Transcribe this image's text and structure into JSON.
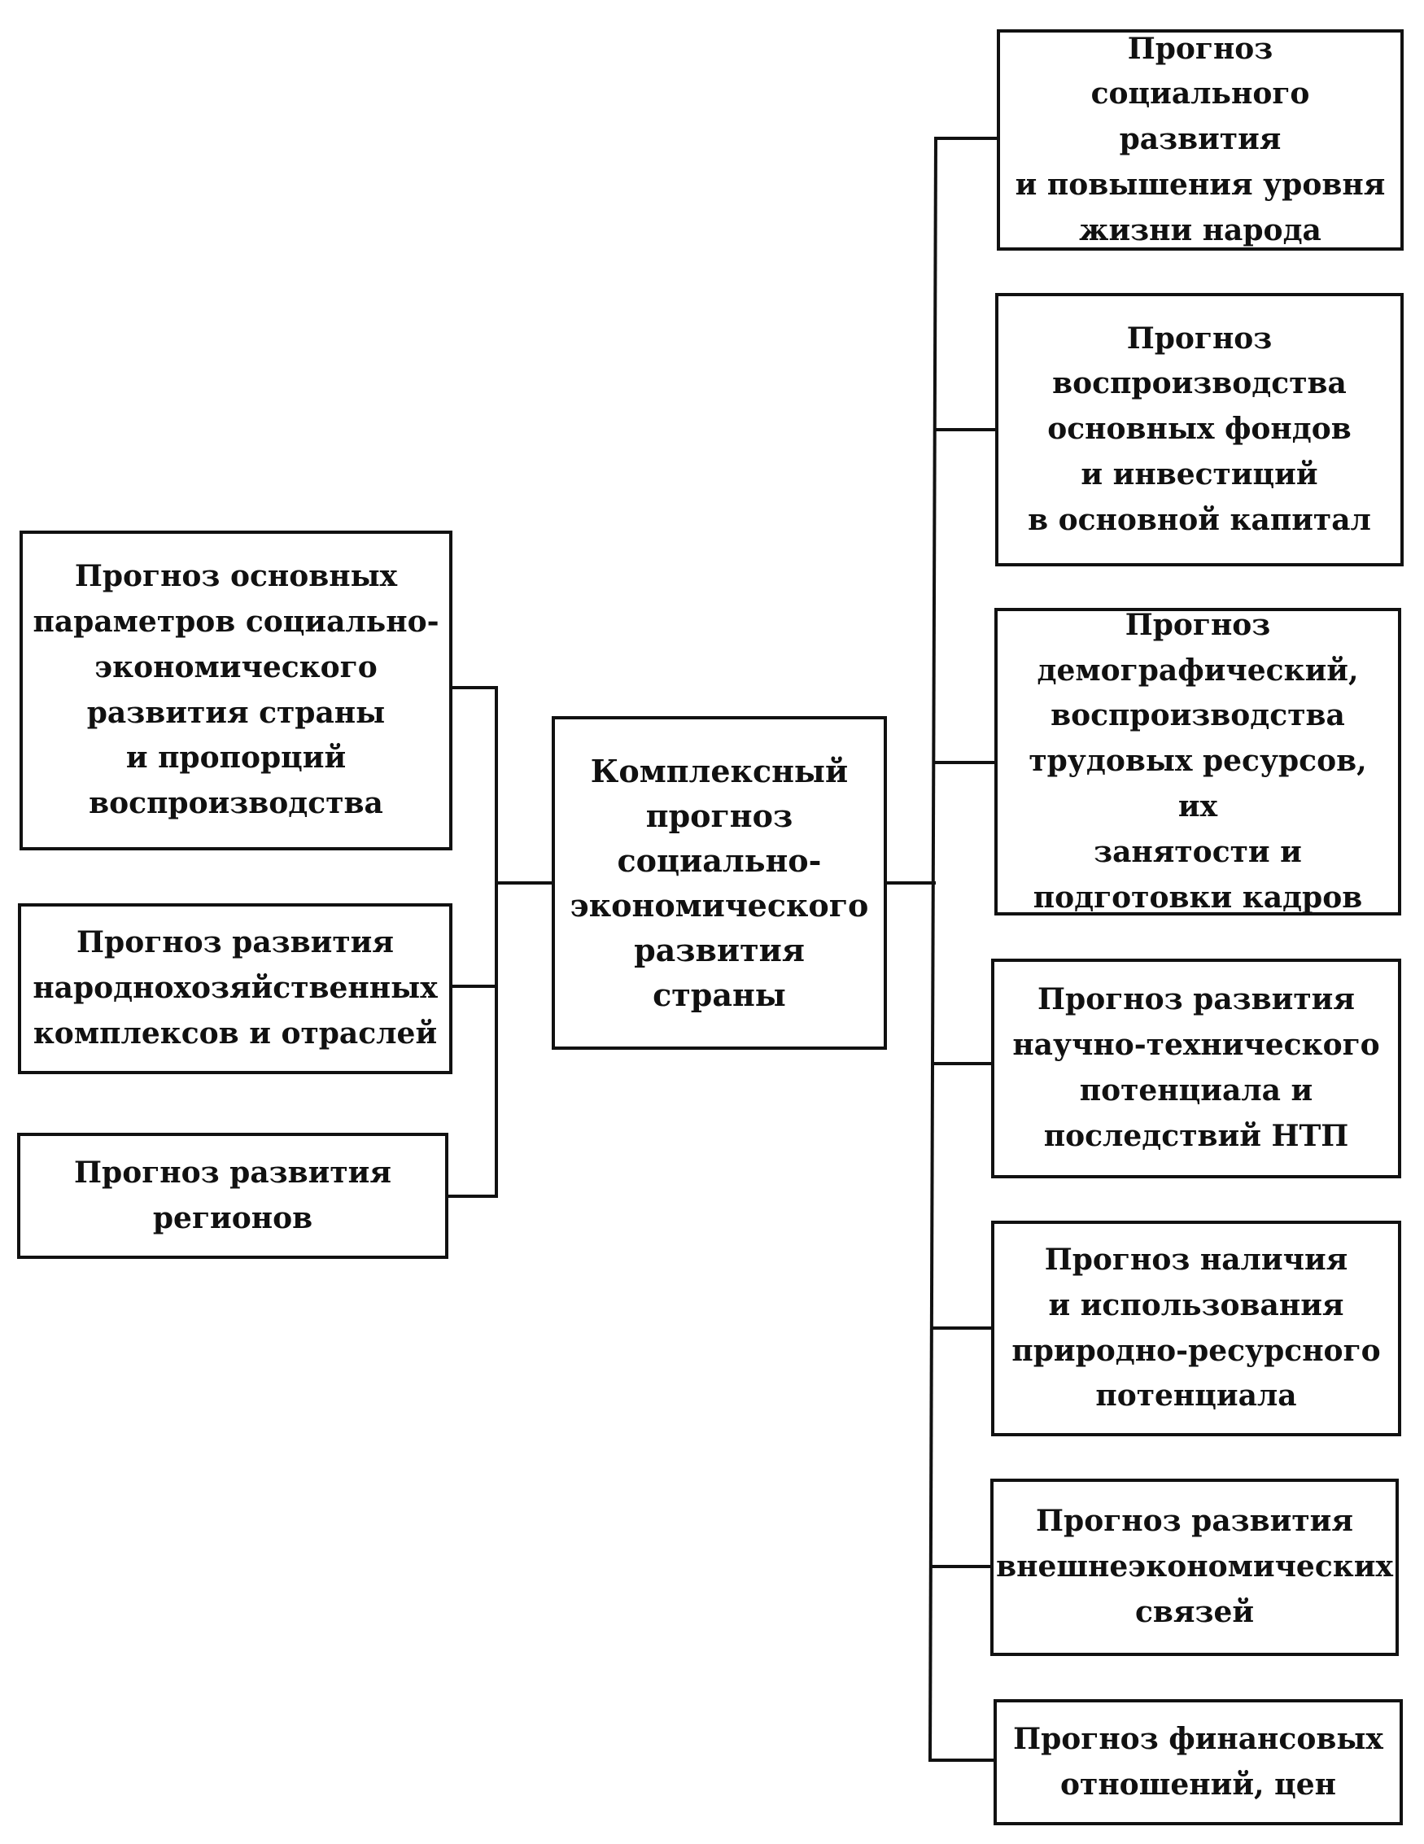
{
  "diagram": {
    "center": "Комплексный\nпрогноз\nсоциально-\nэкономического\nразвития\nстраны",
    "left": [
      "Прогноз основных\nпараметров социально-\nэкономического\nразвития страны\nи пропорций\nвоспроизводства",
      "Прогноз развития\nнароднохозяйственных\nкомплексов и отраслей",
      "Прогноз развития\nрегионов"
    ],
    "right": [
      "Прогноз\nсоциального развития\nи повышения уровня\nжизни народа",
      "Прогноз\nвоспроизводства\nосновных фондов\nи инвестиций\nв основной капитал",
      "Прогноз\nдемографический,\nвоспроизводства\nтрудовых ресурсов, их\nзанятости и\nподготовки кадров",
      "Прогноз развития\nнаучно-технического\nпотенциала и\nпоследствий НТП",
      "Прогноз наличия\nи использования\nприродно-ресурсного\nпотенциала",
      "Прогноз развития\nвнешнеэкономических\nсвязей",
      "Прогноз финансовых\nотношений, цен"
    ]
  }
}
